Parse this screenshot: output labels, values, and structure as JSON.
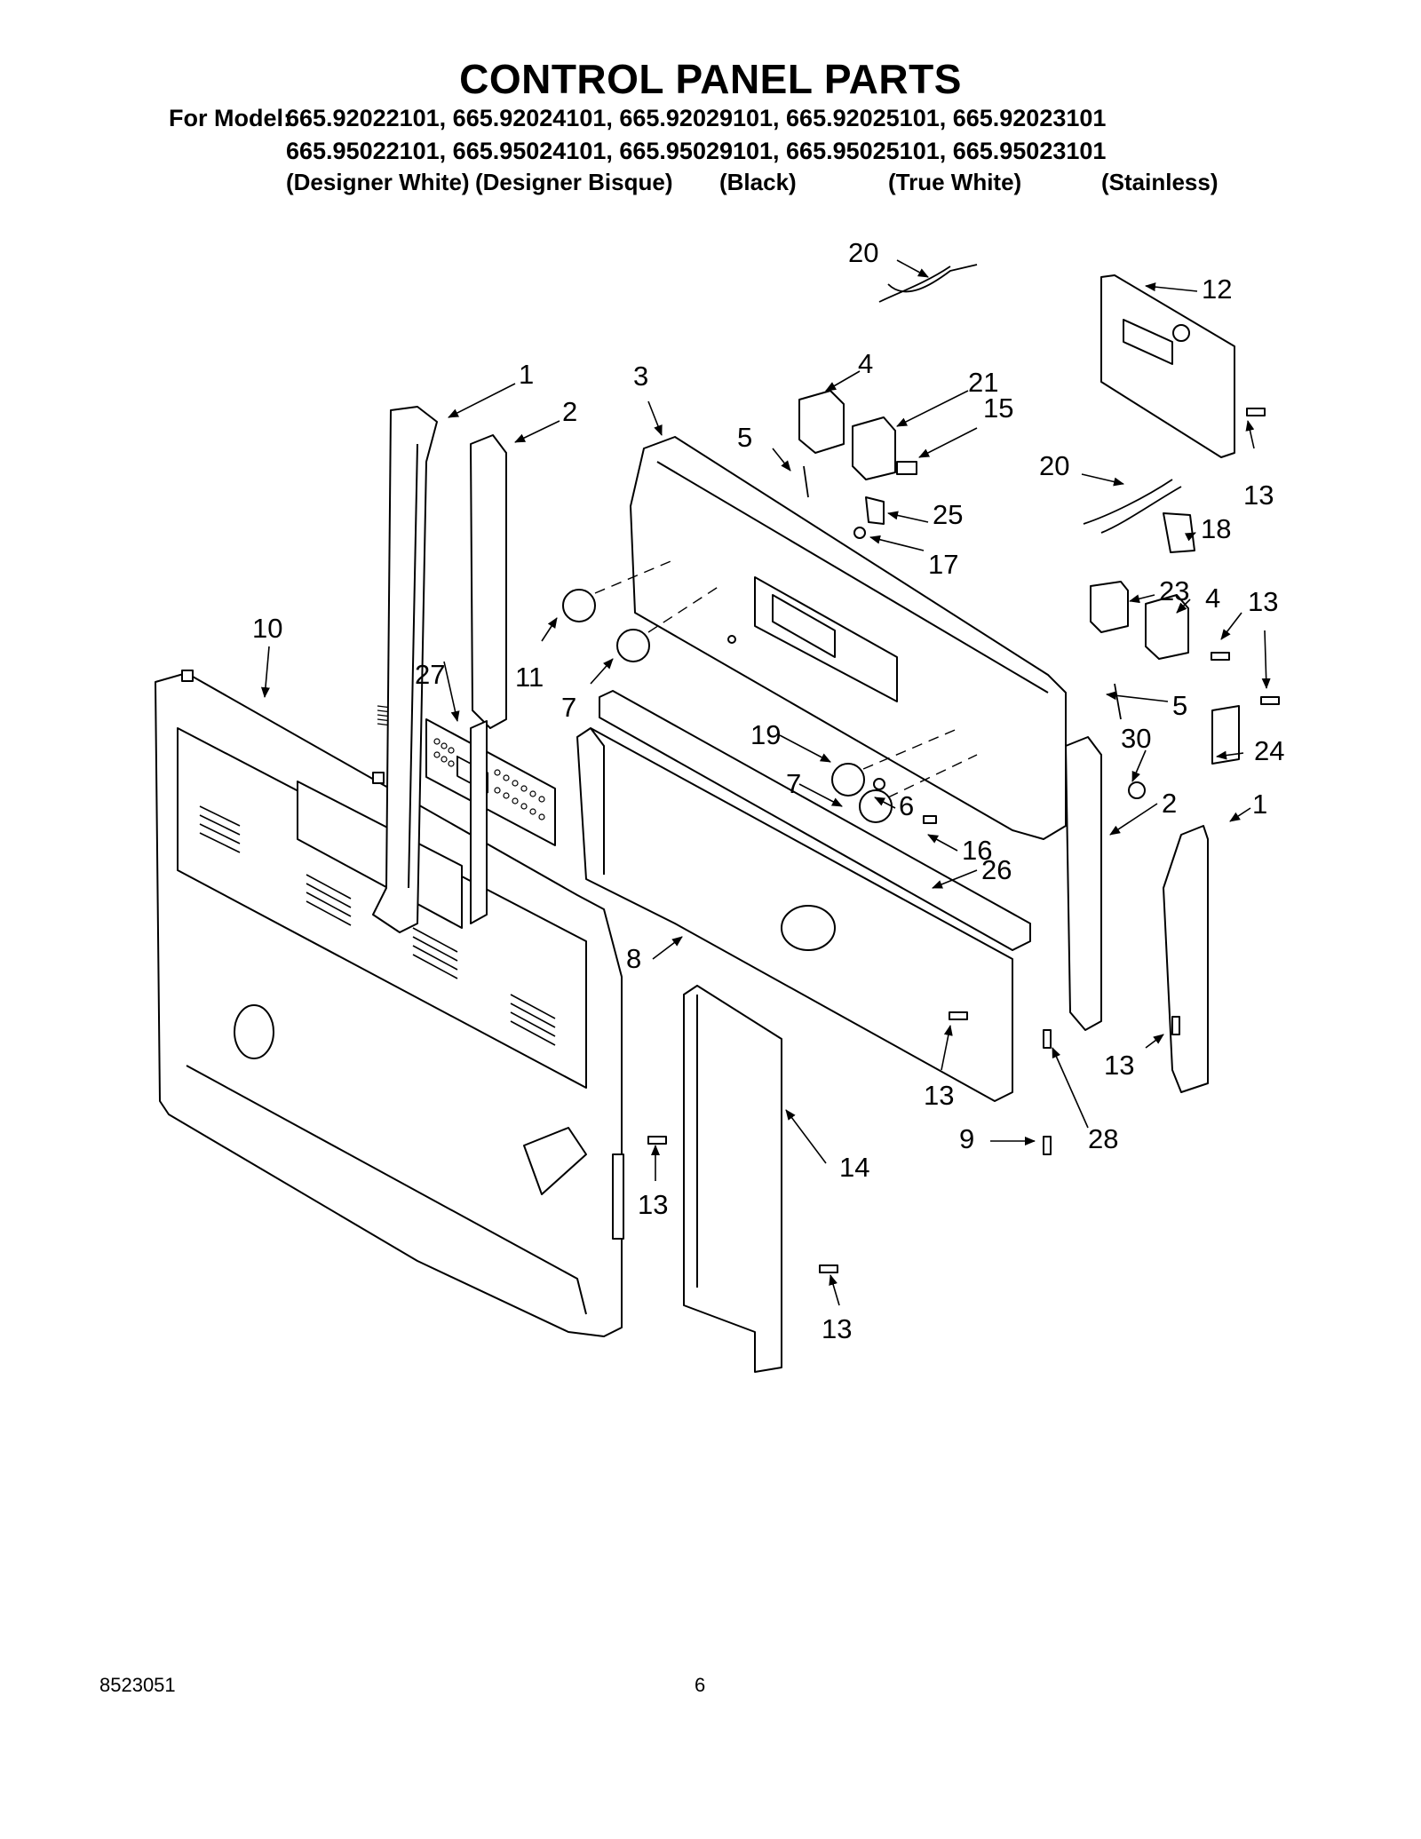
{
  "title": "CONTROL PANEL PARTS",
  "model_label": "For Model:",
  "model_rows": [
    "665.92022101, 665.92024101, 665.92029101, 665.92025101, 665.92023101",
    "665.95022101, 665.95024101, 665.95029101, 665.95025101, 665.95023101"
  ],
  "colors": [
    "(Designer White)",
    "(Designer Bisque)",
    "(Black)",
    "(True White)",
    "(Stainless)"
  ],
  "callouts": [
    "20",
    "12",
    "1",
    "2",
    "3",
    "4",
    "21",
    "15",
    "5",
    "20",
    "25",
    "17",
    "13",
    "18",
    "23",
    "4",
    "13",
    "10",
    "27",
    "11",
    "7",
    "19",
    "5",
    "30",
    "24",
    "7",
    "6",
    "2",
    "1",
    "16",
    "26",
    "8",
    "13",
    "13",
    "28",
    "9",
    "14",
    "13",
    "13"
  ],
  "footer": {
    "doc_number": "8523051",
    "page_number": "6"
  }
}
